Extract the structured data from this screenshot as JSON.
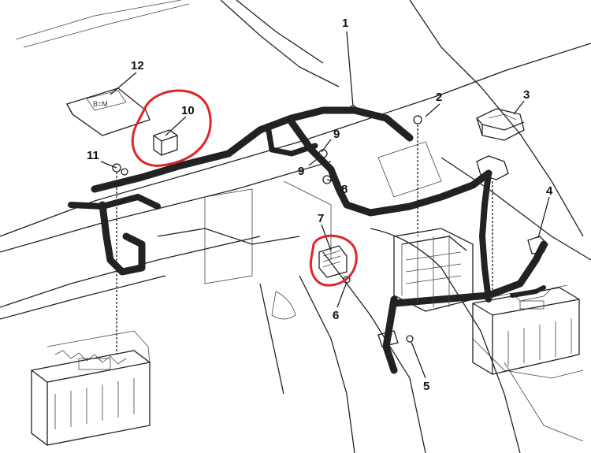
{
  "colors": {
    "line": "#222222",
    "highlight": "#e0242a",
    "background": "#ffffff"
  },
  "callouts": [
    {
      "id": "1",
      "label": "1"
    },
    {
      "id": "2",
      "label": "2"
    },
    {
      "id": "3",
      "label": "3"
    },
    {
      "id": "4",
      "label": "4"
    },
    {
      "id": "5",
      "label": "5"
    },
    {
      "id": "6",
      "label": "6"
    },
    {
      "id": "7",
      "label": "7"
    },
    {
      "id": "8",
      "label": "8"
    },
    {
      "id": "9a",
      "label": "9"
    },
    {
      "id": "9b",
      "label": "9"
    },
    {
      "id": "10",
      "label": "10"
    },
    {
      "id": "11",
      "label": "11"
    },
    {
      "id": "12",
      "label": "12"
    }
  ],
  "highlighted_components": [
    "10",
    "7"
  ]
}
